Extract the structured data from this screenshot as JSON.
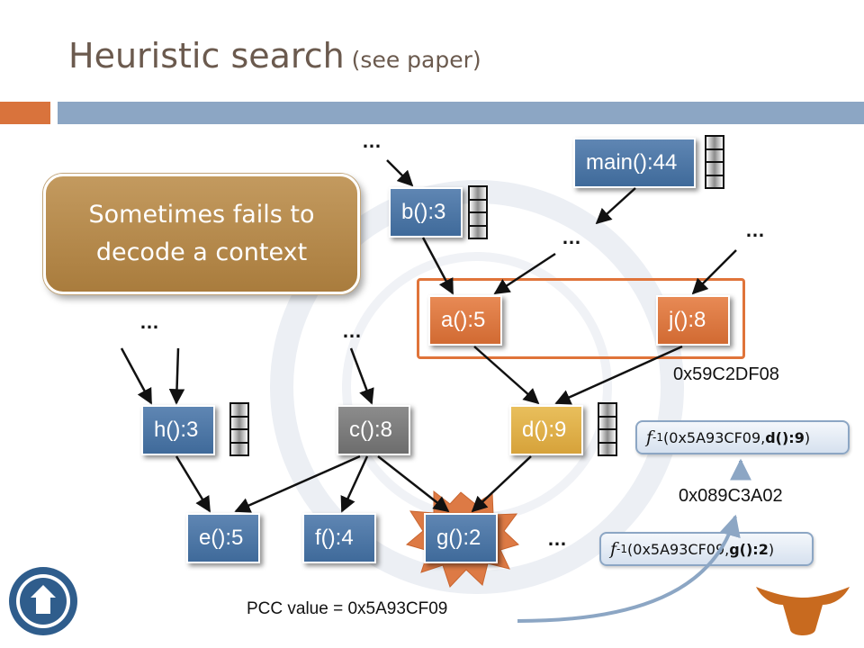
{
  "title": {
    "main": "Heuristic search",
    "sub": "(see paper)"
  },
  "callout": {
    "line1": "Sometimes fails to",
    "line2": "decode a context"
  },
  "nodes": {
    "main": "main():44",
    "b": "b():3",
    "a": "a():5",
    "j": "j():8",
    "h": "h():3",
    "c": "c():8",
    "d": "d():9",
    "e": "e():5",
    "f": "f():4",
    "g": "g():2"
  },
  "ellipsis": "…",
  "hex_upper": "0x59C2DF08",
  "hex_lower": "0x089C3A02",
  "inverse_upper": {
    "func": "f",
    "exp": "-1",
    "args": "(0x5A93CF09, ",
    "ctx": "d():9",
    "close": ")"
  },
  "inverse_lower": {
    "func": "f",
    "exp": "-1",
    "args": "(0x5A93CF09, ",
    "ctx": "g():2",
    "close": ")"
  },
  "pcc_label": "PCC value = 0x5A93CF09",
  "colors": {
    "accent_orange": "#d9733c",
    "accent_blue": "#8ca6c4",
    "node_blue": "#4f78a8",
    "node_gray": "#7b7b7b",
    "node_orange": "#e07a45",
    "node_yellow": "#dfb04a",
    "callout_tan": "#b88b4c"
  },
  "icons": {
    "university_seal": "seal-icon",
    "longhorn_logo": "longhorn-icon",
    "starburst": "starburst-icon"
  }
}
